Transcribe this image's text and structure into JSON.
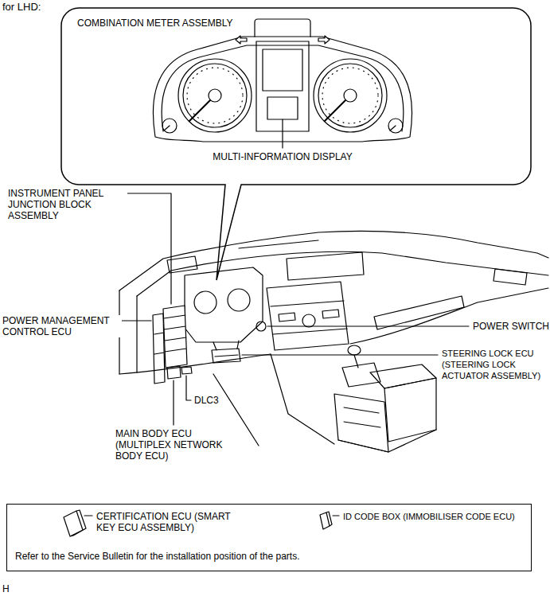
{
  "diagram": {
    "nodes": [
      {
        "text": [
          "COMBINATION METER ASSEMBLY",
          "MULTI-INFORMATION DISPLAY"
        ]
      },
      {
        "text": [
          "CERTIFICATION ECU (SMART KEY ECU ASSEMBLY)",
          "ID CODE BOX (IMMOBILISER CODE ECU)",
          "Refer to the Service Bulletin for the installation position of the parts."
        ]
      }
    ],
    "labels": [
      "for LHD:",
      "INSTRUMENT PANEL JUNCTION BLOCK ASSEMBLY",
      "POWER MANAGEMENT CONTROL ECU",
      "DLC3",
      "MAIN BODY ECU (MULTIPLEX NETWORK BODY ECU)",
      "POWER SWITCH",
      "STEERING LOCK ECU (STEERING LOCK ACTUATOR ASSEMBLY)",
      "H"
    ]
  }
}
